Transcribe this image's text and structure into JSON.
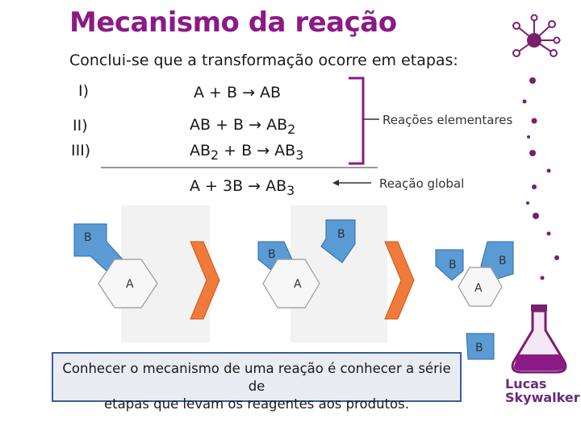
{
  "slide": {
    "title": "Mecanismo da reação",
    "subtitle": "Conclui-se que a transformação ocorre em etapas:"
  },
  "steps": [
    {
      "num": "I)",
      "parts": [
        "A + B ",
        "→",
        " AB"
      ]
    },
    {
      "num": "II)",
      "parts": [
        "AB + B ",
        "→",
        " AB",
        "2"
      ]
    },
    {
      "num": "III)",
      "parts": [
        "AB",
        "2",
        " + B ",
        "→",
        " AB",
        "3"
      ]
    }
  ],
  "global": {
    "parts": [
      "A + 3B ",
      "→",
      " AB",
      "3"
    ]
  },
  "labels": {
    "elementary": "Reações elementares",
    "global": "Reação global"
  },
  "particles": {
    "a": "A",
    "b": "B"
  },
  "callout": {
    "line1": "Conhecer o mecanismo de uma reação é conhecer a série de",
    "line2": "etapas que levam os reagentes aos produtos."
  },
  "brand": {
    "line1": "Lucas",
    "line2": "Skywalker"
  },
  "colors": {
    "title": "#8b1a86",
    "arrow": "#f07a3a",
    "b_particle": "#5b9bd5",
    "dots": "#7a1f6e"
  }
}
